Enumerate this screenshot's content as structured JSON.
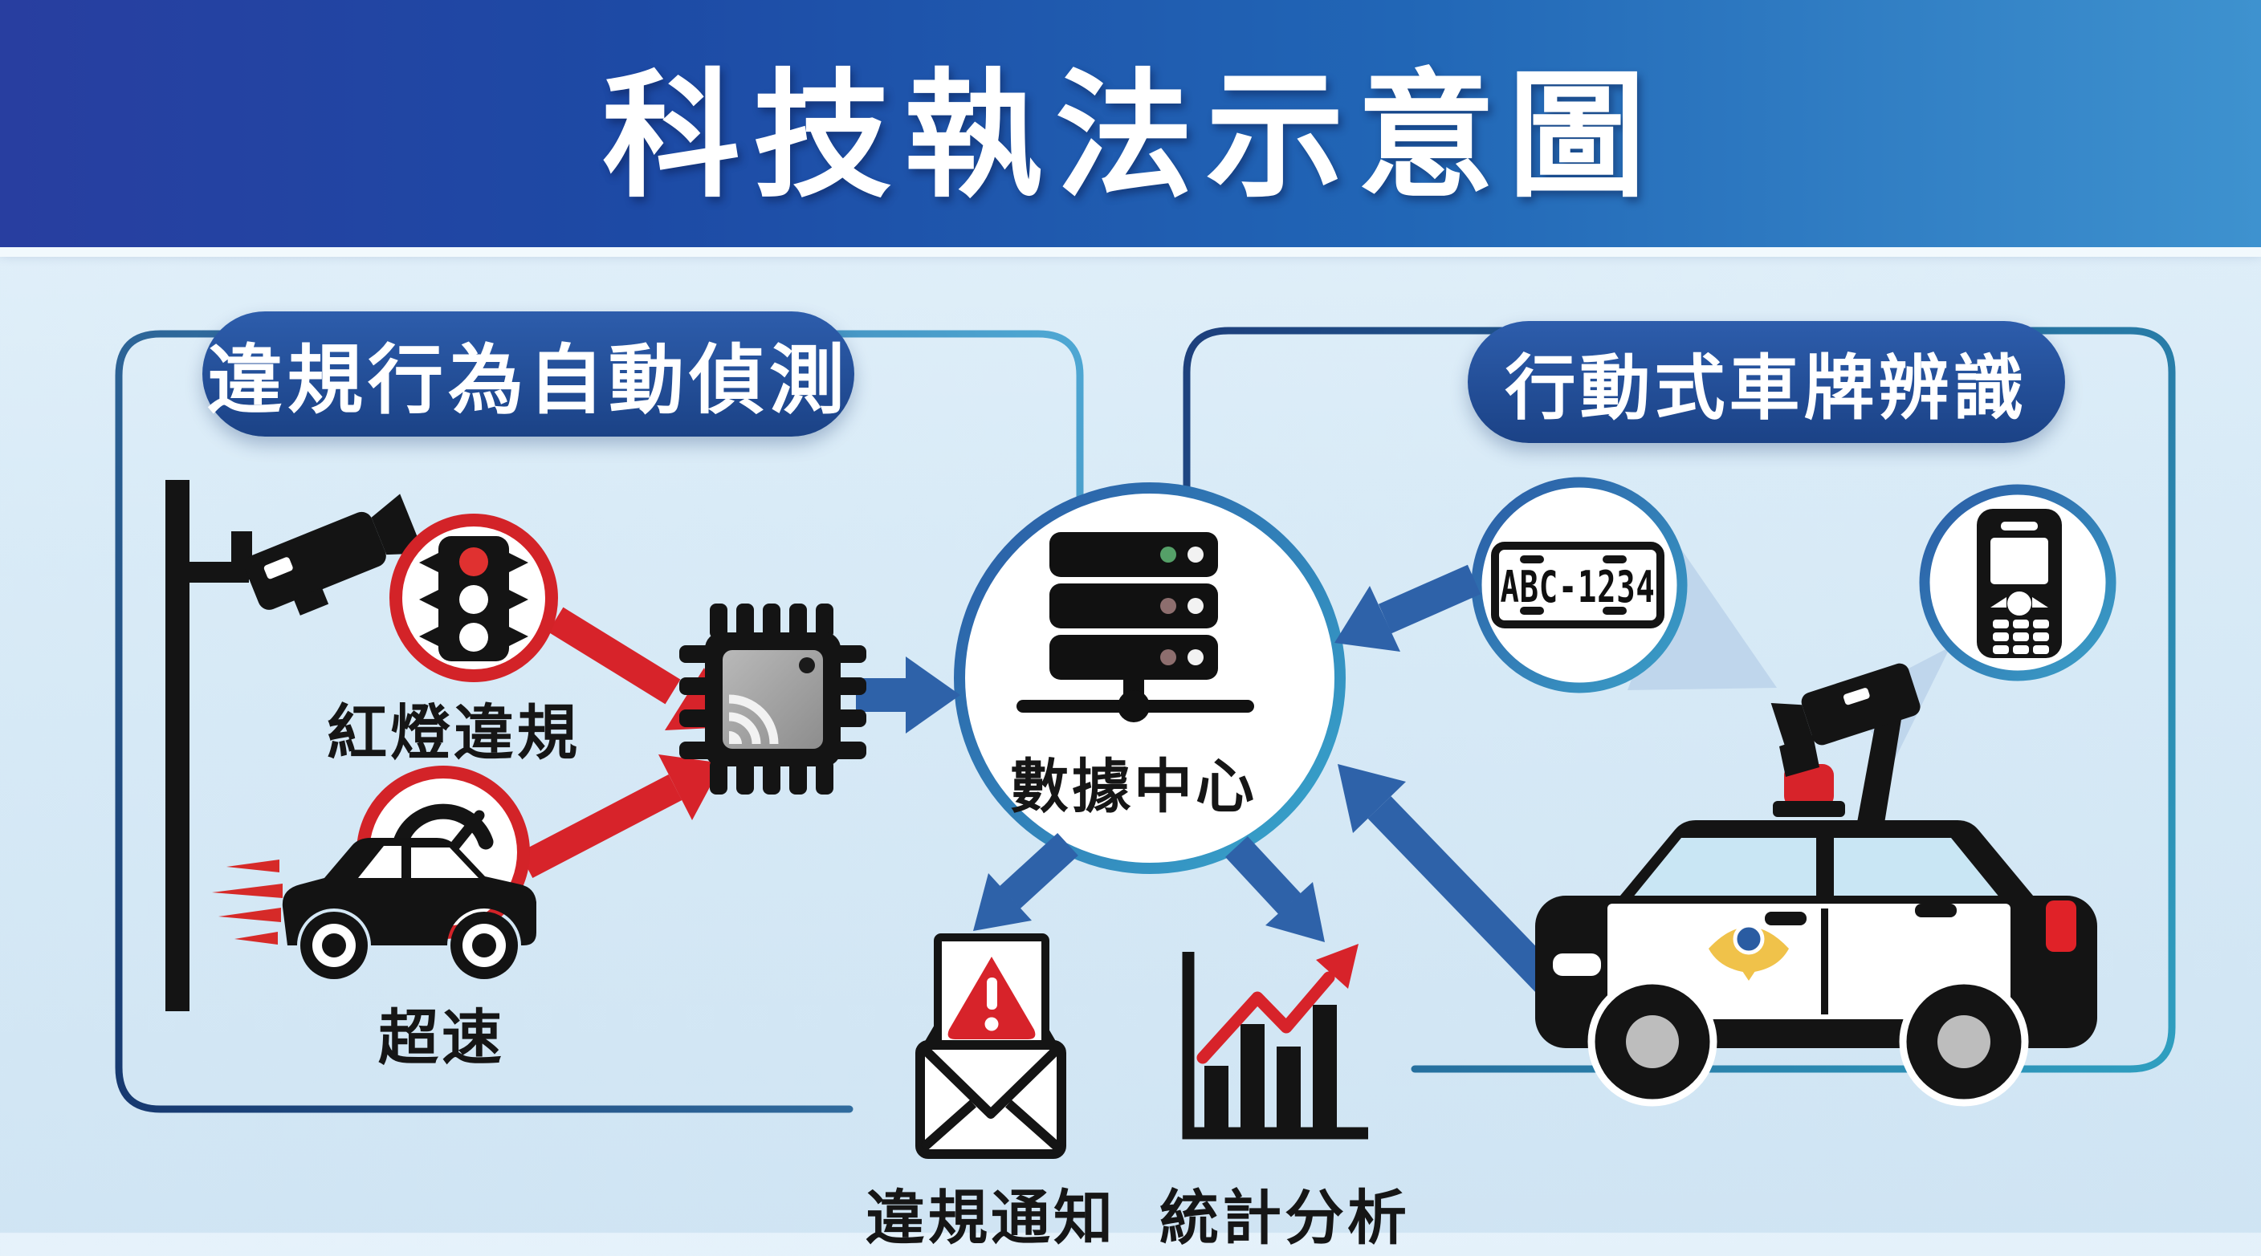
{
  "title": "科技執法示意圖",
  "sections": {
    "left": {
      "header": "違規行為自動偵測",
      "items": [
        {
          "label": "紅燈違規",
          "icon": "traffic-light-icon"
        },
        {
          "label": "超速",
          "icon": "speeding-car-icon"
        }
      ]
    },
    "right": {
      "header": "行動式車牌辨識",
      "plate_number": "ABC-1234",
      "icons": [
        "license-plate",
        "handheld-device-icon",
        "police-car"
      ]
    }
  },
  "center": {
    "data_center_label": "數據中心",
    "icon": "server-icon"
  },
  "outputs": [
    {
      "label": "違規通知",
      "icon": "envelope-alert-icon"
    },
    {
      "label": "統計分析",
      "icon": "bar-chart-icon"
    }
  ],
  "colors": {
    "banner_left": "#283ea0",
    "banner_right": "#3e92cf",
    "pill_blue": "#1b4286",
    "container_border_dark": "#16386f",
    "container_border_light": "#4fa8d4",
    "alert_red": "#d7232a",
    "arrow_blue": "#2e62a9",
    "beam_blue": "#b7cfe8",
    "background": "#d9ebf7",
    "chip_gray": "#9a9a9a",
    "window_blue": "#c9e6f4",
    "badge_gold": "#f0c24a"
  }
}
